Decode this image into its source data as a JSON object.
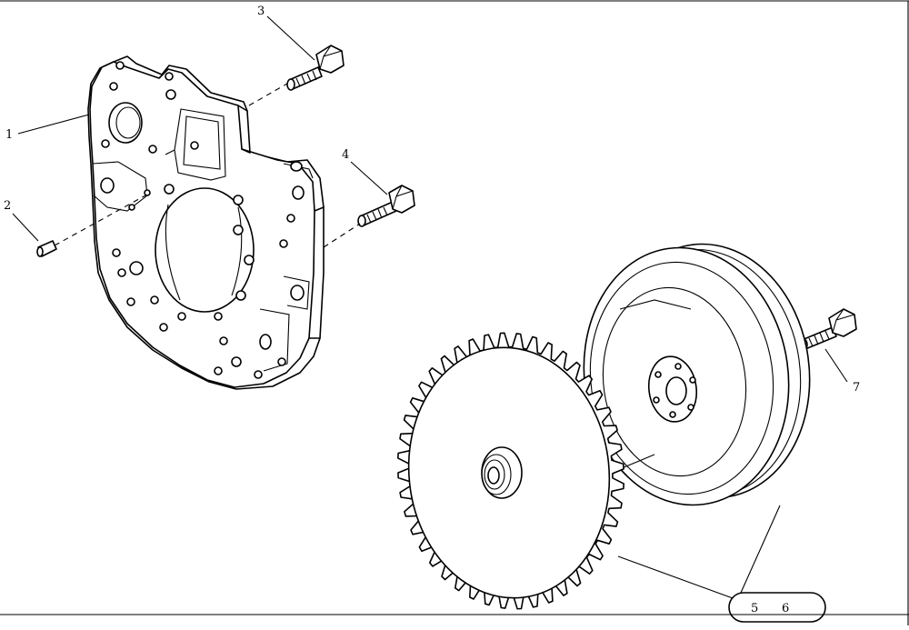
{
  "diagram": {
    "callouts": {
      "c1": "1",
      "c2": "2",
      "c3": "3",
      "c4": "4",
      "c5": "5",
      "c6": "6",
      "c7": "7"
    },
    "parts": [
      {
        "id": "1",
        "name": "flywheel-housing"
      },
      {
        "id": "2",
        "name": "dowel-pin"
      },
      {
        "id": "3",
        "name": "upper-bolt"
      },
      {
        "id": "4",
        "name": "lower-bolt"
      },
      {
        "id": "5",
        "name": "ring-gear"
      },
      {
        "id": "6",
        "name": "flywheel"
      },
      {
        "id": "7",
        "name": "flywheel-bolt"
      }
    ]
  }
}
